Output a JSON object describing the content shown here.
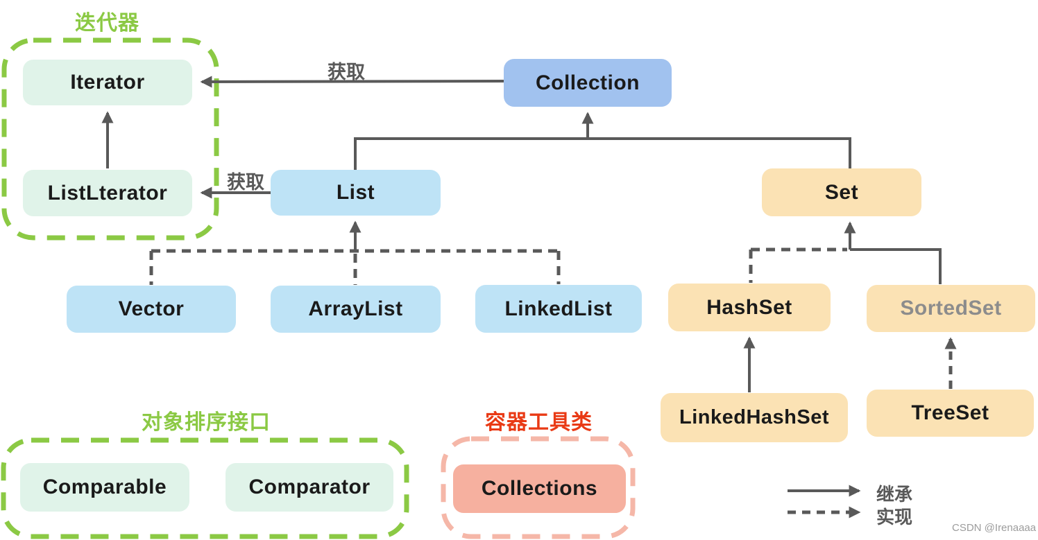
{
  "groups": {
    "iterator_group_label": "迭代器",
    "sorting_group_label": "对象排序接口",
    "utility_group_label": "容器工具类"
  },
  "nodes": {
    "iterator": "Iterator",
    "list_iterator": "ListLterator",
    "collection": "Collection",
    "list": "List",
    "vector": "Vector",
    "array_list": "ArrayList",
    "linked_list": "LinkedList",
    "set": "Set",
    "hash_set": "HashSet",
    "sorted_set": "SortedSet",
    "linked_hash_set": "LinkedHashSet",
    "tree_set": "TreeSet",
    "comparable": "Comparable",
    "comparator": "Comparator",
    "collections": "Collections"
  },
  "edge_labels": {
    "collection_get": "获取",
    "list_get": "获取"
  },
  "legend": {
    "inherit": "继承",
    "implement": "实现"
  },
  "watermark": "CSDN @Irenaaaa",
  "colors": {
    "group_dash_green": "#8bc944",
    "group_dash_pink": "#f5b7a8",
    "label_green": "#8bc944",
    "label_red": "#e93a15",
    "line_gray": "#595959",
    "mint_fill": "#e0f3e9",
    "collection_blue_fill": "#a1c2ef",
    "list_blue_fill": "#bee3f6",
    "set_tan_fill": "#fbe2b4",
    "collections_salmon_fill": "#f6b09f",
    "sorted_set_text_gray": "#8c8c8c"
  }
}
